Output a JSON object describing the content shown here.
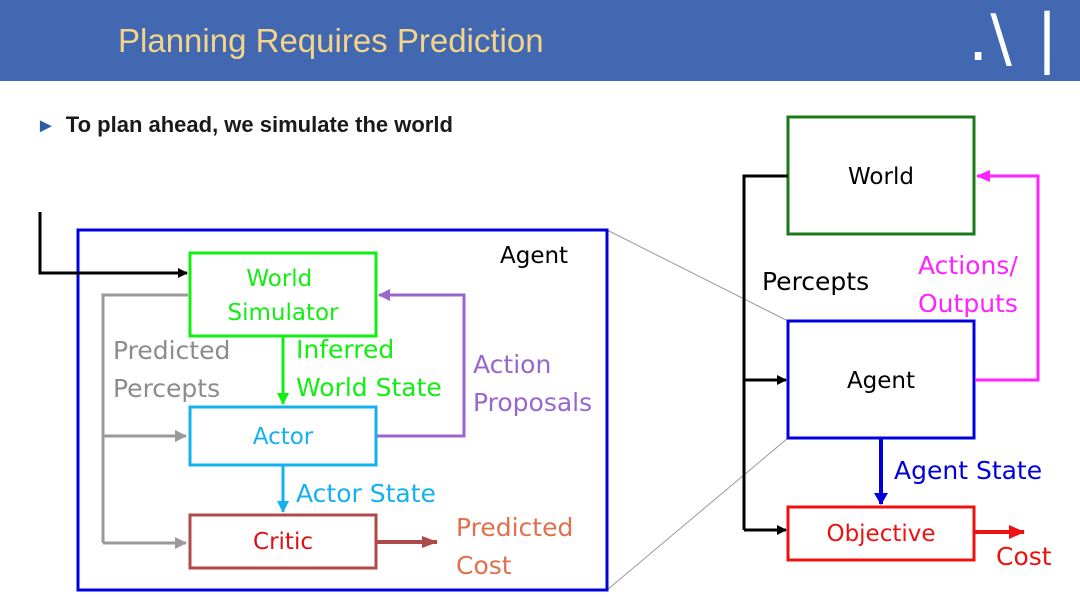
{
  "header": {
    "title": "Planning Requires Prediction",
    "logo": ".\\ |"
  },
  "bullet": {
    "arrow": "►",
    "text": "To plan ahead, we simulate the world"
  },
  "left_diagram": {
    "agent_label": "Agent",
    "world_simulator": [
      "World",
      "Simulator"
    ],
    "actor": "Actor",
    "critic": "Critic",
    "predicted_percepts": [
      "Predicted",
      "Percepts"
    ],
    "inferred_world_state": [
      "Inferred",
      "World State"
    ],
    "action_proposals": [
      "Action",
      "Proposals"
    ],
    "actor_state": "Actor State",
    "predicted_cost": [
      "Predicted",
      "Cost"
    ]
  },
  "right_diagram": {
    "world": "World",
    "agent": "Agent",
    "objective": "Objective",
    "percepts": "Percepts",
    "actions_outputs": [
      "Actions/",
      "Outputs"
    ],
    "agent_state": "Agent State",
    "cost": "Cost"
  },
  "colors": {
    "header_bg": "#4168b0",
    "title": "#f3d489",
    "agent_blue": "#0000dd",
    "world_sim_green": "#11ee11",
    "actor_cyan": "#13b1ef",
    "critic_brown": "#b04a4a",
    "gray": "#9a9a9a",
    "purple": "#9966cc",
    "salmon": "#e0704e",
    "world_green": "#1a7a1a",
    "objective_red": "#ee1111",
    "magenta": "#ff22ff"
  }
}
